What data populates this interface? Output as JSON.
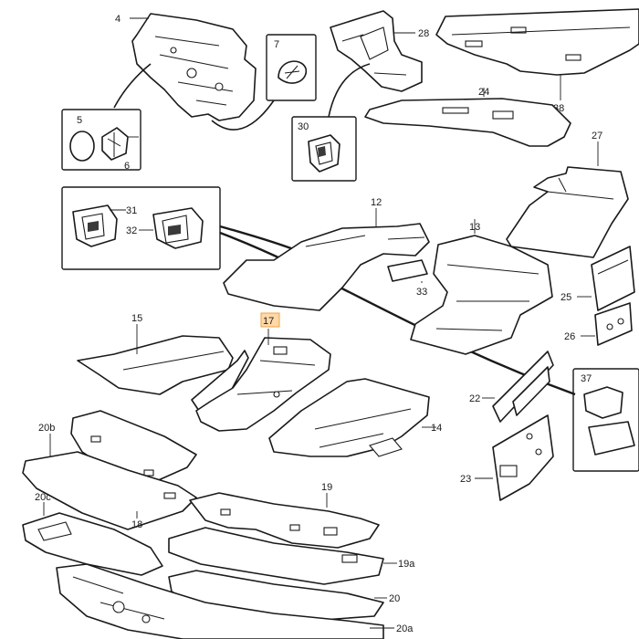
{
  "callouts": {
    "c4": "4",
    "c7": "7",
    "c5": "5",
    "c6": "6",
    "c28": "28",
    "c30": "30",
    "c38": "38",
    "c24": "24",
    "c27": "27",
    "c31": "31",
    "c32": "32",
    "c12": "12",
    "c13": "13",
    "c33": "33",
    "c15": "15",
    "c17": "17",
    "c25": "25",
    "c26": "26",
    "c37": "37",
    "c22": "22",
    "c14": "14",
    "c20b": "20b",
    "c19": "19",
    "c18": "18",
    "c20c": "20c",
    "c23": "23",
    "c19a": "19a",
    "c20": "20",
    "c20a": "20a"
  },
  "highlight_color": "#ffd9a8",
  "highlight_border": "#f0a040",
  "line_color": "#1a1a1a"
}
